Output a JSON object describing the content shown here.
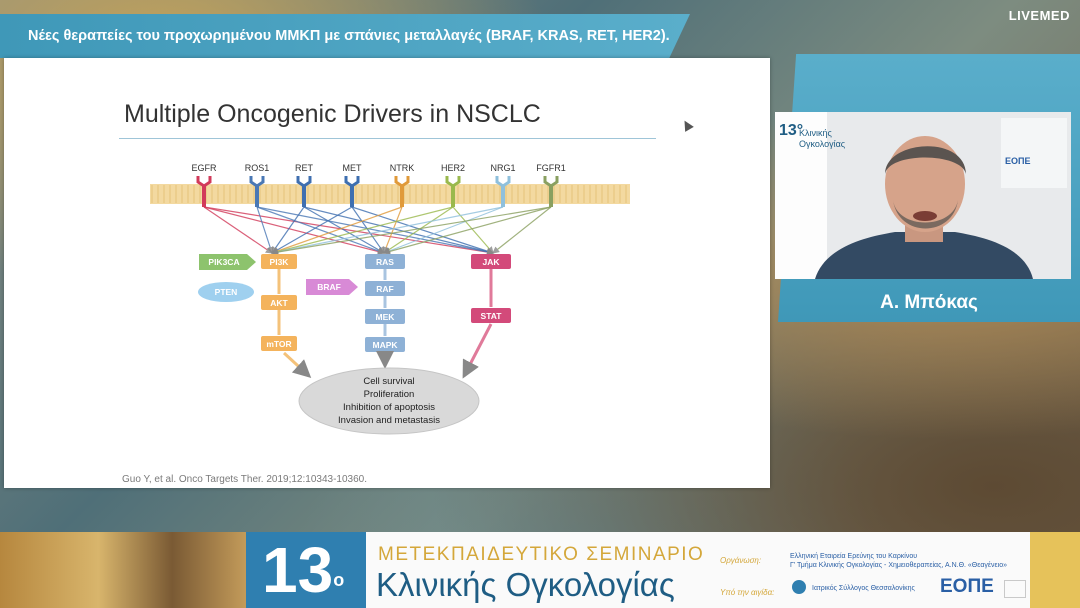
{
  "header": {
    "title": "Νέες θεραπείες του προχωρημένου ΜΜΚΠ με σπάνιες μεταλλαγές (BRAF, KRAS, RET, HER2).",
    "logo": "LIVEMED"
  },
  "slide": {
    "title": "Multiple Oncogenic Drivers in NSCLC",
    "citation": "Guo Y, et al. Onco Targets Ther. 2019;12:10343-10360.",
    "receptors": [
      "EGFR",
      "ROS1",
      "RET",
      "MET",
      "NTRK",
      "HER2",
      "NRG1",
      "FGFR1"
    ],
    "receptor_colors": [
      "#d23a5a",
      "#4a78b5",
      "#3f6fb0",
      "#3e6fb0",
      "#e09a3a",
      "#9ab94d",
      "#8fc0dc",
      "#8aa060"
    ],
    "pi3k_path": [
      "PI3K",
      "AKT",
      "mTOR"
    ],
    "ras_path": [
      "RAS",
      "RAF",
      "MEK",
      "MAPK"
    ],
    "jak_path": [
      "JAK",
      "STAT"
    ],
    "side_labels": {
      "pik3ca": "PIK3CA",
      "pten": "PTEN",
      "braf": "BRAF"
    },
    "outcomes": [
      "Cell survival",
      "Proliferation",
      "Inhibition of apoptosis",
      "Invasion and metastasis"
    ]
  },
  "camera": {
    "speaker_name": "Α. Μπόκας",
    "backdrop_number": "13°",
    "backdrop_title_line1": "Κλινικής",
    "backdrop_title_line2": "Ογκολογίας",
    "backdrop_logo": "ΕΟΠΕ"
  },
  "banner": {
    "number": "13",
    "ordinal": "ο",
    "subtitle": "ΜΕΤΕΚΠΑΙΔΕΥΤΙΚΟ ΣΕΜΙΝΑΡΙΟ",
    "title": "Κλινικής Ογκολογίας",
    "organizer_label": "Οργάνωση:",
    "organizer_line1": "Ελληνική Εταιρεία Ερεύνης του Καρκίνου",
    "organizer_line2": "Γ' Τμήμα Κλινικής Ογκολογίας - Χημειοθεραπείας, Α.Ν.Θ. «Θεαγένειο»",
    "auspices_label": "Υπό την αιγίδα:",
    "auspices_text": "Ιατρικός Σύλλογος Θεσσαλονίκης",
    "logo": "ΕΟΠΕ"
  }
}
